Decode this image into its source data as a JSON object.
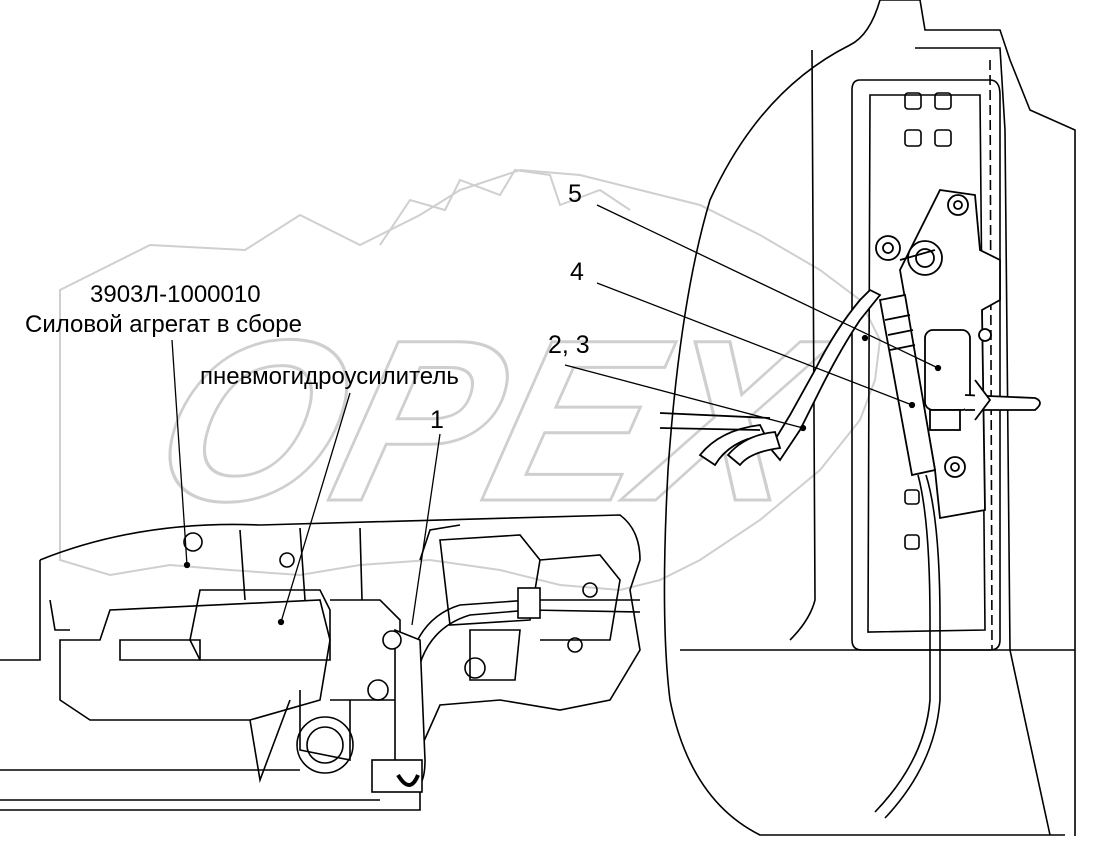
{
  "watermark": {
    "text": "OPEX",
    "color": "#d9d9d9"
  },
  "labels": {
    "part_number": "3903Л-1000010",
    "assembly": "Силовой агрегат в сборе",
    "booster": "пневмогидроусилитель",
    "callout_1": "1",
    "callout_23": "2, 3",
    "callout_4": "4",
    "callout_5": "5"
  },
  "colors": {
    "line": "#000000",
    "background": "#ffffff"
  }
}
